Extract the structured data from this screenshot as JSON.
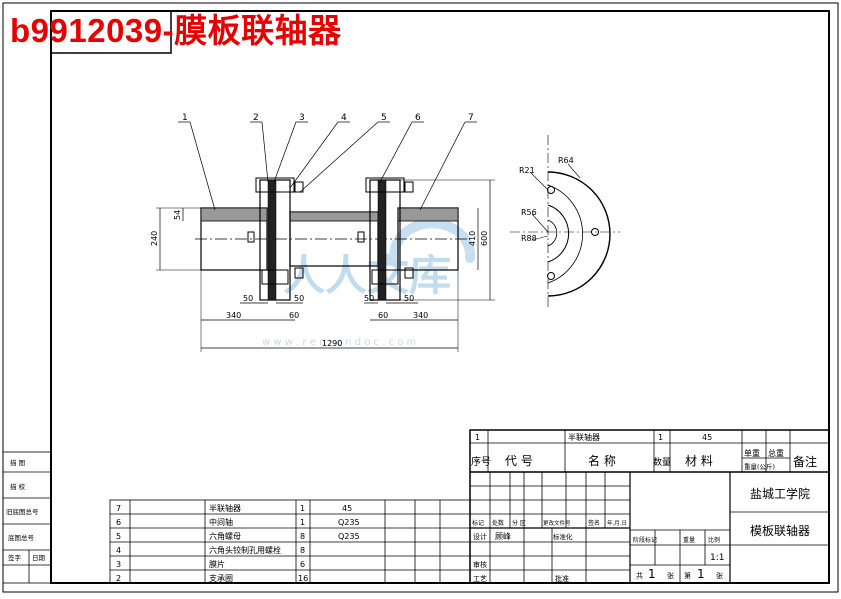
{
  "title": "b9912039-膜板联轴器",
  "watermark": {
    "cn": "人人文库",
    "url": "w w w . r e n r e n d o c . c o m"
  },
  "drawing": {
    "part_labels": [
      "1",
      "2",
      "3",
      "4",
      "5",
      "6",
      "7"
    ],
    "dimensions": {
      "d_240": "240",
      "d_54": "54",
      "d_410": "410",
      "d_600": "600",
      "d_50a": "50",
      "d_50b": "50",
      "d_50c": "50",
      "d_50d": "50",
      "d_340a": "340",
      "d_60a": "60",
      "d_60b": "60",
      "d_340b": "340",
      "d_1290": "1290"
    },
    "radii": {
      "r21": "R21",
      "r64": "R64",
      "r56": "R56",
      "r88": "R88"
    }
  },
  "left_strip": [
    "描 图",
    "描 校",
    "旧底图总号",
    "底图总号",
    "签字",
    "日期"
  ],
  "parts_list": [
    {
      "no": "7",
      "name": "半联轴器",
      "qty": "1",
      "material": "45"
    },
    {
      "no": "6",
      "name": "中间轴",
      "qty": "1",
      "material": "Q235"
    },
    {
      "no": "5",
      "name": "六角螺母",
      "qty": "8",
      "material": "Q235"
    },
    {
      "no": "4",
      "name": "六角头铰制孔用螺栓",
      "qty": "8",
      "material": ""
    },
    {
      "no": "3",
      "name": "膜片",
      "qty": "6",
      "material": ""
    },
    {
      "no": "2",
      "name": "支承圈",
      "qty": "16",
      "material": ""
    }
  ],
  "title_block": {
    "top_row": {
      "no": "1",
      "name": "半联轴器",
      "qty": "1",
      "material": "45"
    },
    "header": {
      "seq": "序号",
      "code": "代 号",
      "name": "名 称",
      "qty": "数量",
      "material": "材 料",
      "unit_weight": "单重",
      "total_weight": "总重",
      "weight_unit": "重量(公斤)",
      "remark": "备注"
    },
    "school": "盐城工学院",
    "drawing_name": "模板联轴器",
    "rows": {
      "r1": [
        "标记",
        "处数",
        "分 区",
        "更改文件号",
        "签名",
        "年.月.日"
      ],
      "design": "设计",
      "designer": "顾峰",
      "standard": "标准化",
      "stage": "阶段标记",
      "weight": "重量",
      "scale_label": "比例",
      "scale": "1:1",
      "review": "审核",
      "process": "工艺",
      "approve": "批准",
      "sheets_total_label": "共",
      "sheets_total": "1",
      "sheets_total_unit": "张",
      "sheet_no_label": "第",
      "sheet_no": "1",
      "sheet_no_unit": "张"
    }
  }
}
